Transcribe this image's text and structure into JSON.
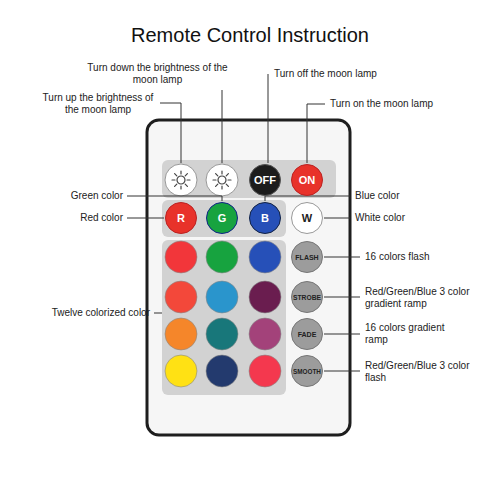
{
  "diagram": {
    "title": "Remote Control Instruction",
    "nodes": [
      {
        "text": [
          "OFF"
        ]
      },
      {
        "text": [
          "ON"
        ]
      },
      {
        "text": [
          "R"
        ]
      },
      {
        "text": [
          "G"
        ]
      },
      {
        "text": [
          "B"
        ]
      },
      {
        "text": [
          "W"
        ]
      },
      {
        "text": [
          "FLASH"
        ]
      },
      {
        "text": [
          "STROBE"
        ]
      },
      {
        "text": [
          "FADE"
        ]
      },
      {
        "text": [
          "SMOOTH"
        ]
      }
    ],
    "labels": [
      "Turn down the brightness of the moon lamp",
      "Turn up the brightness of the moon lamp",
      "Turn off the moon lamp",
      "Turn on the moon lamp",
      "Green color",
      "Blue color",
      "Red color",
      "White color",
      "Twelve colorized color",
      "16 colors flash",
      "Red/Green/Blue 3 color gradient ramp",
      "16 colors gradient ramp",
      "Red/Green/Blue 3 color flash"
    ]
  }
}
